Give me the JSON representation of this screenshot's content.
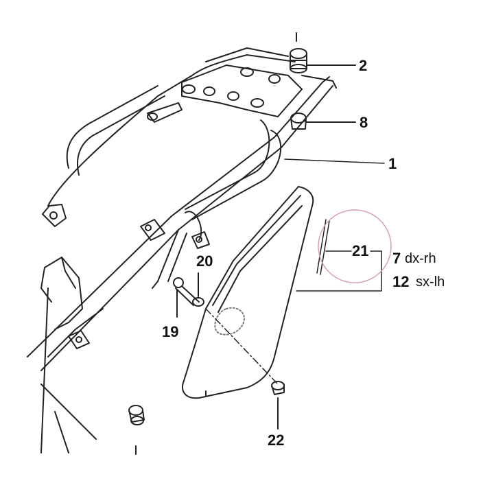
{
  "labels": {
    "part_1": "1",
    "part_2": "2",
    "part_8": "8",
    "part_19": "19",
    "part_20": "20",
    "part_21": "21",
    "part_22": "22",
    "part_7": "7",
    "part_12": "12",
    "side_dx": "dx-rh",
    "side_sx": "sx-lh"
  },
  "colors": {
    "line": "#222222",
    "highlight_circle": "#d9a0a8"
  }
}
